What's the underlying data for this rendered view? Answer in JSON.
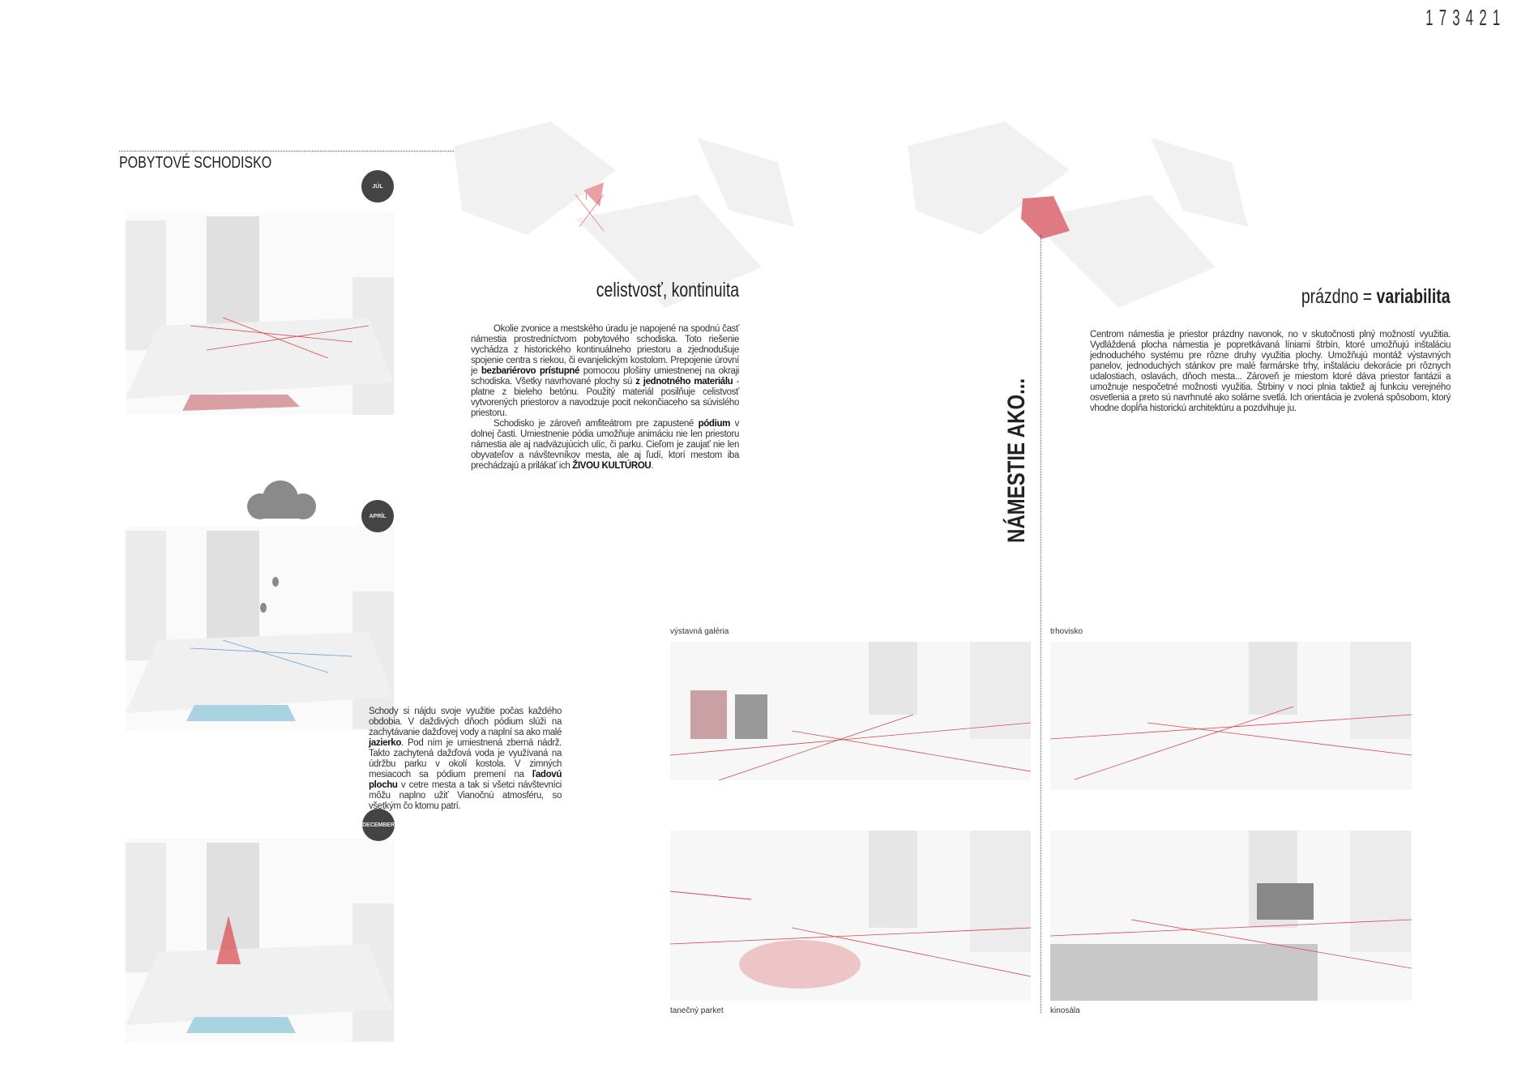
{
  "sheet_code": "173421",
  "left_section": {
    "title": "POBYTOVÉ SCHODISKO",
    "months": [
      "JÚL",
      "APRÍL",
      "DECEMBER"
    ],
    "rain_text_parts": [
      "Schody si nájdu svoje využitie počas každého obdobia. V daždivých dňoch pódium slúži na zachytávanie dažďovej vody a naplní sa ako malé ",
      "jazierko",
      ". Pod ním je umiestnená zberná nádrž. Takto zachytená dažďová voda je využívaná na údržbu parku v okolí kostola. V zimných mesiacoch sa pódium premení na ",
      "ľadovú plochu",
      " v cetre mesta a tak si všetci návštevníci môžu naplno užiť Vianočnú atmosféru, so všetkým čo ktomu patrí."
    ]
  },
  "middle_section": {
    "heading": "celistvosť, kontinuita",
    "p1_parts": [
      "Okolie zvonice a mestského úradu je napojené na spodnú časť námestia prostredníctvom pobytového schodiska. Toto riešenie vychádza z historického kontinuálneho priestoru a zjednodušuje spojenie centra s riekou, či evanjelickým kostolom. Prepojenie úrovní je ",
      "bezbariérovo prístupné",
      " pomocou plošiny umiestnenej na okraji schodiska. Všetky navrhované plochy sú ",
      "z jednotného materiálu",
      " - platne z bieleho betónu. Použitý materiál posilňuje celistvosť vytvorených priestorov a navodzuje pocit nekončiaceho sa súvislého priestoru."
    ],
    "p2_parts": [
      "Schodisko je zároveň amfiteátrom pre zapustené ",
      "pódium",
      " v dolnej časti. Umiestnenie pódia umožňuje animáciu nie len priestoru námestia ale aj nadväzujúcich ulíc, či parku. Cieľom je zaujať nie len obyvateľov a návštevníkov mesta, ale aj ľudí, ktorí mestom iba prechádzajú a prilákať ich ",
      "ŽIVOU KULTÚROU",
      "."
    ]
  },
  "right_section": {
    "vertical_title": "NÁMESTIE AKO...",
    "heading_light": "prázdno = ",
    "heading_bold": "variabilita",
    "text": "Centrom námestia je priestor prázdny navonok, no v skutočnosti plný možností využitia. Vydláždená plocha námestia je popretkávaná líniami štrbín, ktoré umožňujú inštaláciu jednoduchého systému pre rôzne druhy využitia plochy. Umožňujú montáž výstavných panelov, jednoduchých stánkov pre malé farmárske trhy, inštaláciu dekorácie pri rôznych udalostiach, oslavách, dňoch mesta... Zároveň je miestom ktoré dáva priestor fantázii a umožnuje nespočetné možnosti využitia. Štrbiny v noci plnia taktiež aj funkciu verejného osvetlenia a preto sú navrhnuté ako solárne svetlá. Ich orientácia je zvolená spôsobom, ktorý vhodne dopĺňa historickú architektúru a pozdvihuje ju.",
    "scenes": [
      "výstavná galéria",
      "trhovisko",
      "tanečný parket",
      "kinosála"
    ]
  },
  "colors": {
    "accent_red": "#d9474f",
    "water_blue": "#a9d3e0",
    "dark": "#444444"
  }
}
